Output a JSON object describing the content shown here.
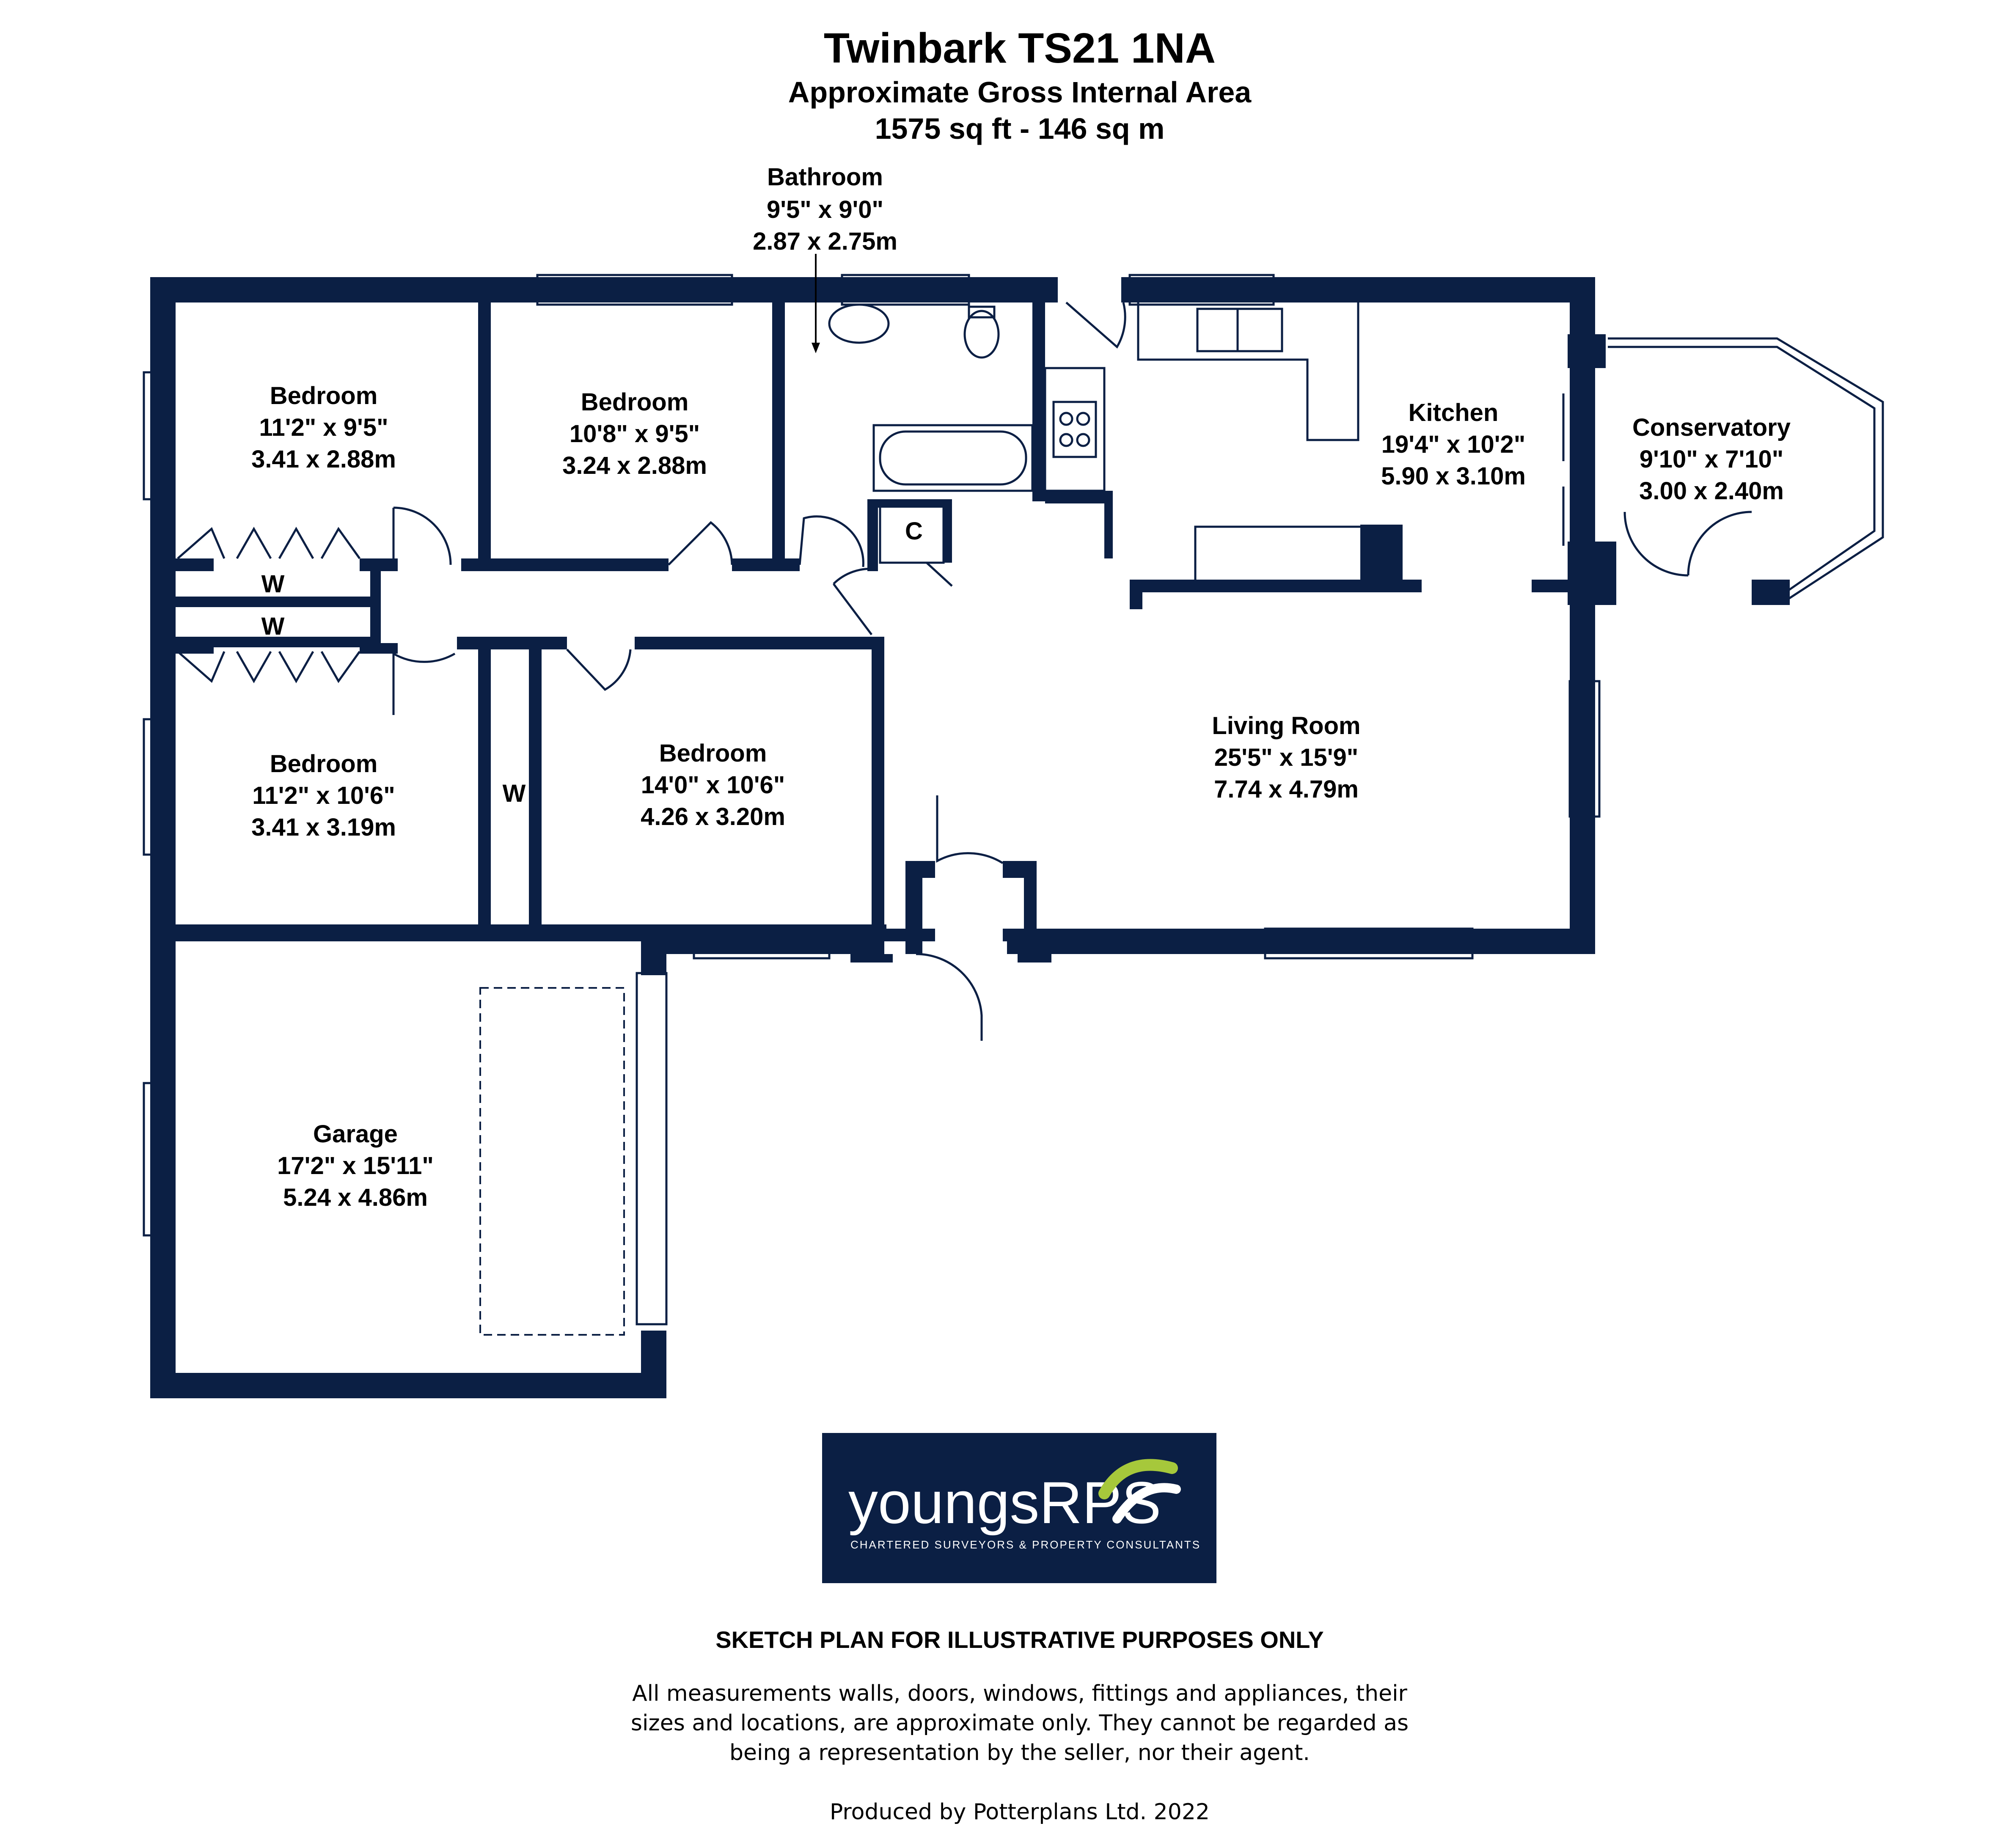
{
  "header": {
    "title": "Twinbark TS21 1NA",
    "subtitle": "Approximate Gross Internal Area",
    "area": "1575 sq ft - 146 sq m"
  },
  "rooms": [
    {
      "name": "Bathroom",
      "imperial": "9'5\" x 9'0\"",
      "metric": "2.87 x 2.75m"
    },
    {
      "name": "Bedroom",
      "imperial": "11'2\" x 9'5\"",
      "metric": "3.41 x 2.88m"
    },
    {
      "name": "Bedroom",
      "imperial": "10'8\" x 9'5\"",
      "metric": "3.24 x 2.88m"
    },
    {
      "name": "Kitchen",
      "imperial": "19'4\" x 10'2\"",
      "metric": "5.90 x 3.10m"
    },
    {
      "name": "Conservatory",
      "imperial": "9'10\" x 7'10\"",
      "metric": "3.00 x 2.40m"
    },
    {
      "name": "Bedroom",
      "imperial": "11'2\" x 10'6\"",
      "metric": "3.41 x 3.19m"
    },
    {
      "name": "Bedroom",
      "imperial": "14'0\" x 10'6\"",
      "metric": "4.26 x 3.20m"
    },
    {
      "name": "Living Room",
      "imperial": "25'5\" x 15'9\"",
      "metric": "7.74 x 4.79m"
    },
    {
      "name": "Garage",
      "imperial": "17'2\" x 15'11\"",
      "metric": "5.24 x 4.86m"
    }
  ],
  "labels": {
    "wardrobe": "W",
    "cupboard": "C"
  },
  "logo": {
    "brand_left": "youngs",
    "brand_right": "RPS",
    "tagline": "CHARTERED SURVEYORS & PROPERTY CONSULTANTS"
  },
  "footer": {
    "disclaimer_title": "SKETCH PLAN FOR ILLUSTRATIVE PURPOSES ONLY",
    "disclaimer_line1": "All measurements walls, doors, windows, fittings and appliances, their",
    "disclaimer_line2": "sizes and locations, are approximate only. They cannot be regarded as",
    "disclaimer_line3": "being a representation by the seller, nor their agent.",
    "produced_by": "Produced by Potterplans Ltd. 2022"
  },
  "colors": {
    "wall": "#0b1f44",
    "logo_bg": "#0b1f44",
    "logo_accent": "#a6c83b"
  }
}
